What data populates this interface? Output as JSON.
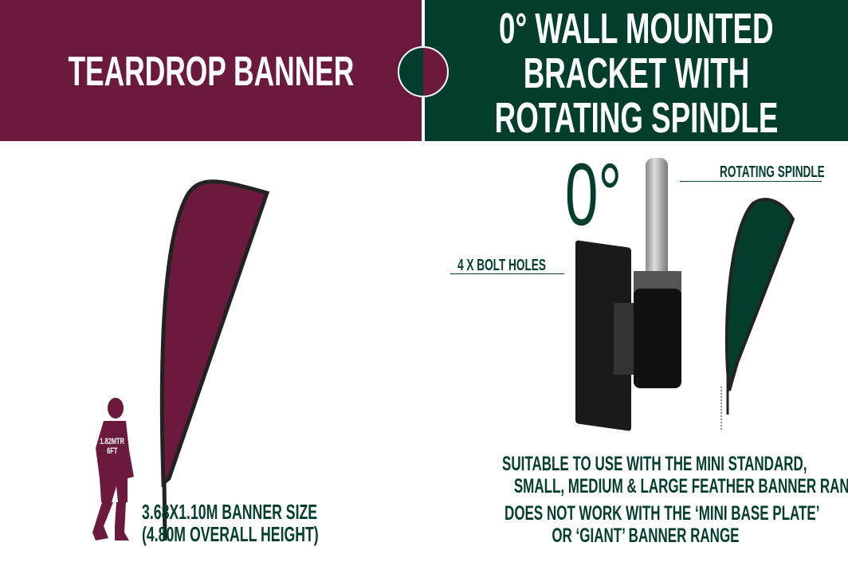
{
  "header": {
    "left_title": "TEARDROP BANNER",
    "right_title_lines": [
      "0° WALL MOUNTED",
      "BRACKET WITH",
      "ROTATING SPINDLE"
    ]
  },
  "left_panel": {
    "person_height_metric": "1.82MTR",
    "person_height_imperial": "6FT",
    "banner_size": "3.68X1.10M BANNER SIZE",
    "overall_height": "(4.80M OVERALL HEIGHT)"
  },
  "right_panel": {
    "angle": "0°",
    "spindle_label": "ROTATING SPINDLE",
    "bolt_label": "4 X BOLT HOLES",
    "notes": [
      "SUITABLE TO USE WITH THE MINI STANDARD,",
      "SMALL, MEDIUM & LARGE FEATHER BANNER RANGE",
      "DOES NOT WORK WITH THE ‘MINI BASE PLATE’",
      "OR ‘GIANT’ BANNER RANGE"
    ]
  },
  "colors": {
    "maroon": "#6b1a3e",
    "green": "#023d2e"
  }
}
